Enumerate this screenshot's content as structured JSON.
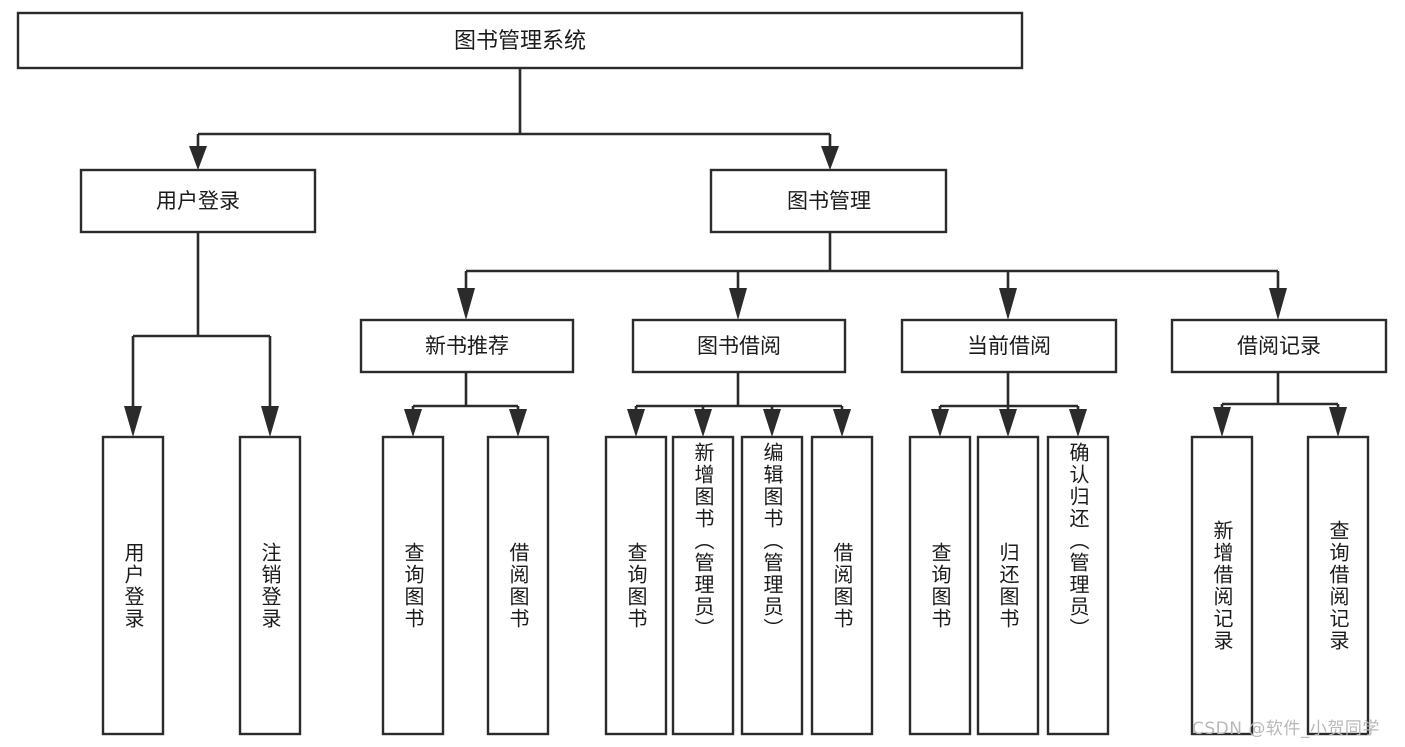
{
  "diagram": {
    "type": "tree",
    "title": "图书管理系统",
    "watermark": "CSDN @软件_小贺同学",
    "colors": {
      "box_stroke": "#2b2b2b",
      "box_fill": "#ffffff",
      "connector": "#2b2b2b",
      "text": "#1b1b1b",
      "watermark": "#b9b9b9",
      "background": "#ffffff"
    },
    "root": {
      "label": "图书管理系统"
    },
    "level2": [
      {
        "label": "用户登录"
      },
      {
        "label": "图书管理"
      }
    ],
    "level3": [
      {
        "label": "新书推荐"
      },
      {
        "label": "图书借阅"
      },
      {
        "label": "当前借阅"
      },
      {
        "label": "借阅记录"
      }
    ],
    "leaves": {
      "user_login": [
        {
          "label": "用户登录"
        },
        {
          "label": "注销登录"
        }
      ],
      "new_book": [
        {
          "label": "查询图书"
        },
        {
          "label": "借阅图书"
        }
      ],
      "book_borrow": [
        {
          "label": "查询图书"
        },
        {
          "label": "新增图书（管理员）"
        },
        {
          "label": "编辑图书（管理员）"
        },
        {
          "label": "借阅图书"
        }
      ],
      "current_borrow": [
        {
          "label": "查询图书"
        },
        {
          "label": "归还图书"
        },
        {
          "label": "确认归还（管理员）"
        }
      ],
      "borrow_record": [
        {
          "label": "新增借阅记录"
        },
        {
          "label": "查询借阅记录"
        }
      ]
    }
  }
}
